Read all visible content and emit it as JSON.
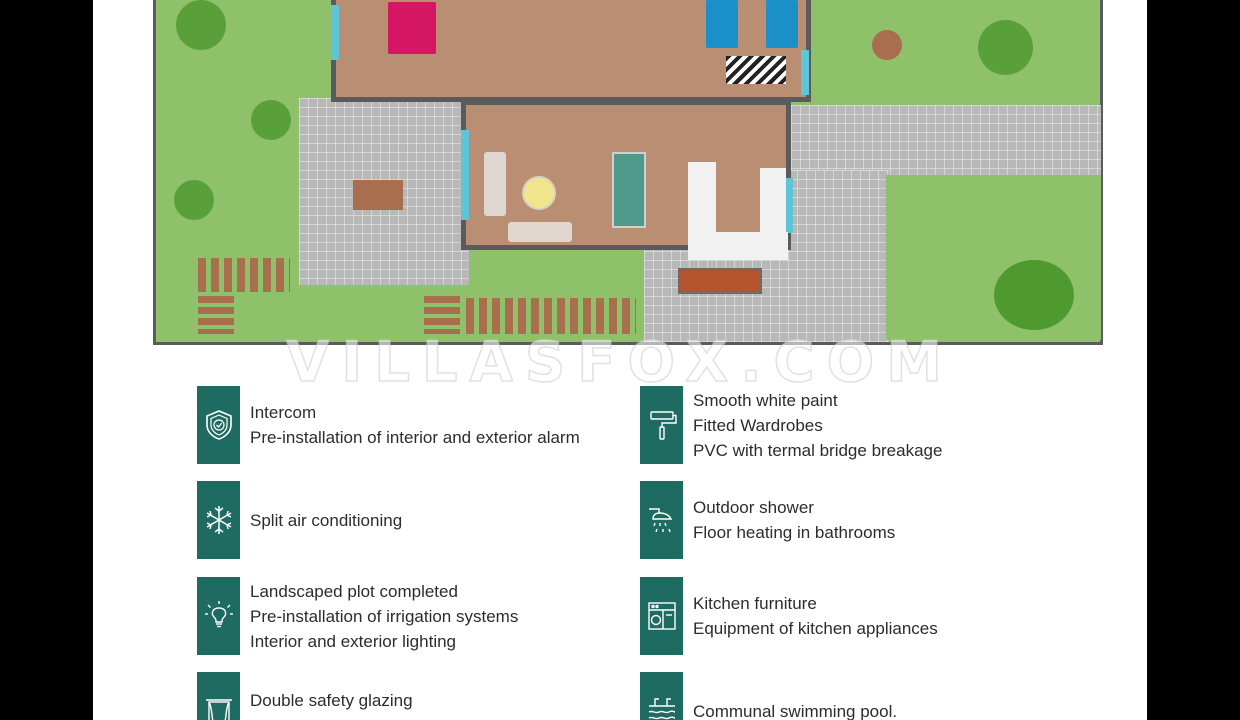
{
  "watermark": "VILLASFOX.COM",
  "accent": "#1e6b62",
  "features_left": [
    {
      "icon": "shield-check-icon",
      "lines": [
        "Intercom",
        "Pre-installation of interior and exterior alarm"
      ]
    },
    {
      "icon": "snowflake-icon",
      "lines": [
        "Split air conditioning"
      ]
    },
    {
      "icon": "light-bulb-icon",
      "lines": [
        "Landscaped plot completed",
        "Pre-installation of irrigation systems",
        "Interior and exterior lighting"
      ]
    },
    {
      "icon": "window-curtain-icon",
      "lines": [
        "Double safety glazing"
      ]
    }
  ],
  "features_right": [
    {
      "icon": "paint-roller-icon",
      "lines": [
        "Smooth white paint",
        "Fitted Wardrobes",
        "PVC with termal bridge breakage"
      ]
    },
    {
      "icon": "shower-icon",
      "lines": [
        "Outdoor shower",
        "Floor heating in bathrooms"
      ]
    },
    {
      "icon": "kitchen-appliance-icon",
      "lines": [
        "Kitchen furniture",
        "Equipment of kitchen appliances"
      ]
    },
    {
      "icon": "swimming-pool-icon",
      "lines": [
        "Communal swimming pool."
      ]
    }
  ]
}
